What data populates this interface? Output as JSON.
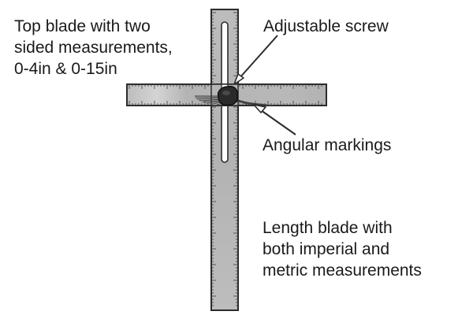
{
  "labels": {
    "top_blade": [
      "Top blade with two",
      "sided measurements,",
      "0-4in & 0-15in"
    ],
    "adjustable_screw": [
      "Adjustable screw"
    ],
    "angular_markings": [
      "Angular markings"
    ],
    "length_blade": [
      "Length blade with",
      "both imperial and",
      "metric measurements"
    ]
  },
  "colors": {
    "blade_fill": "#b9b9b9",
    "blade_highlight": "#d6d6d6",
    "outline": "#2b2b2b",
    "screw": "#2a2a2a",
    "text": "#1a1a1a"
  }
}
